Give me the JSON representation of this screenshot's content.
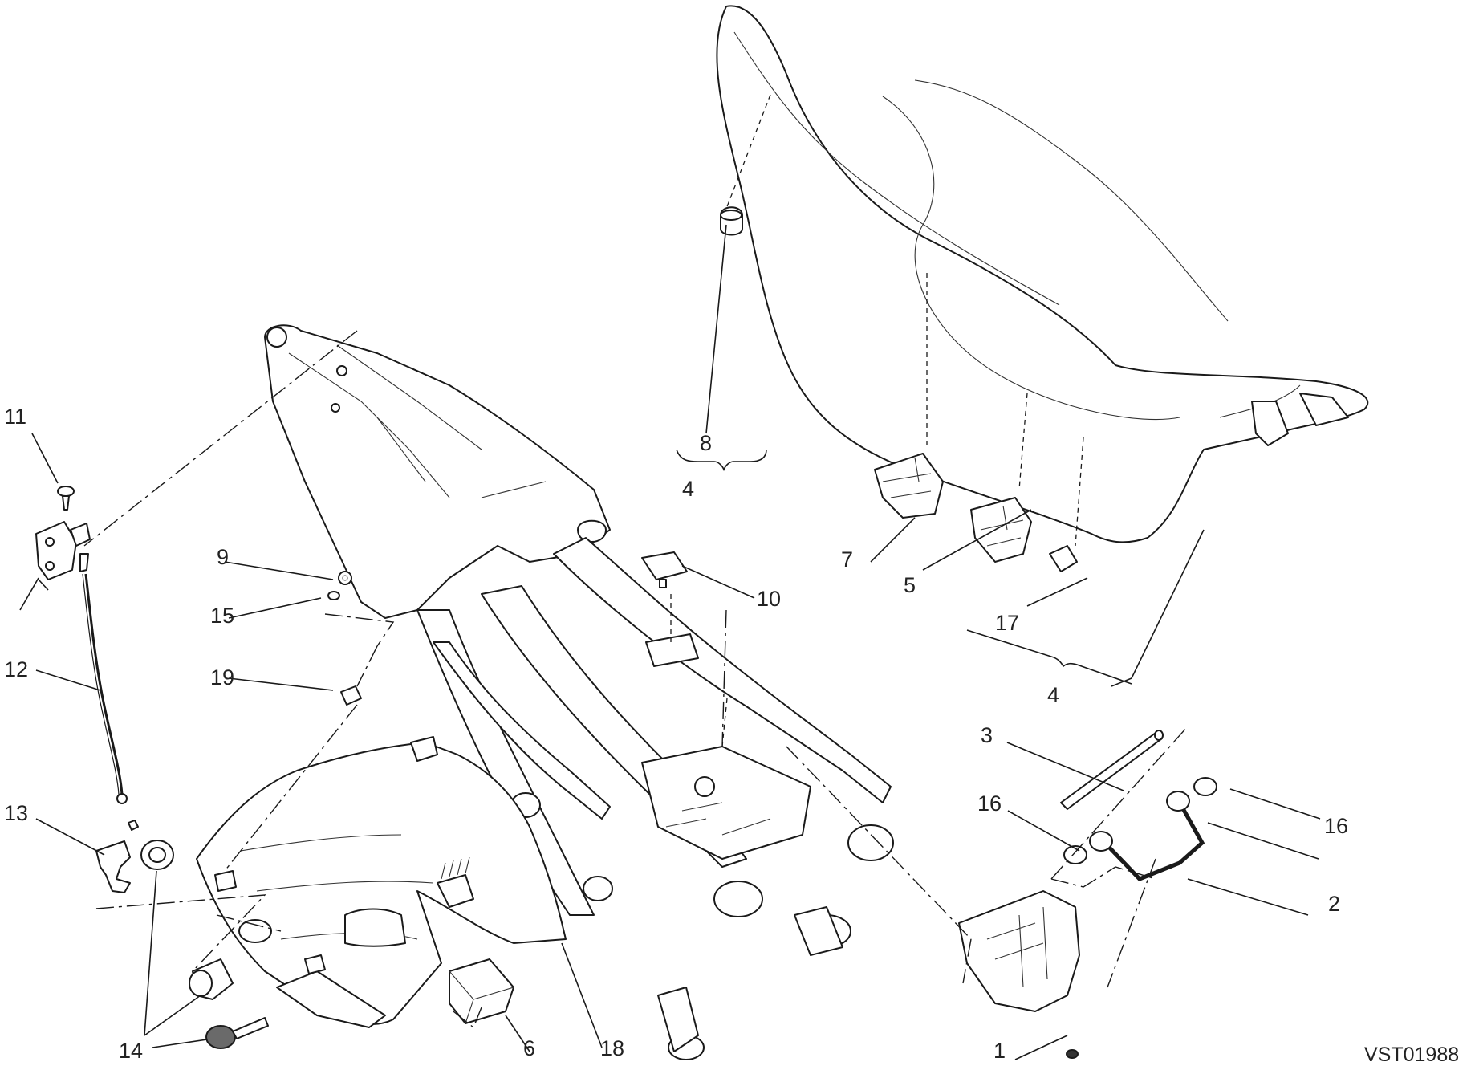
{
  "diagram": {
    "reference_code": "VST01988",
    "callouts": [
      {
        "id": "c1",
        "label": "1"
      },
      {
        "id": "c2",
        "label": "2"
      },
      {
        "id": "c3",
        "label": "3"
      },
      {
        "id": "c4a",
        "label": "4"
      },
      {
        "id": "c4b",
        "label": "4"
      },
      {
        "id": "c5",
        "label": "5"
      },
      {
        "id": "c6",
        "label": "6"
      },
      {
        "id": "c7",
        "label": "7"
      },
      {
        "id": "c8",
        "label": "8"
      },
      {
        "id": "c9",
        "label": "9"
      },
      {
        "id": "c10",
        "label": "10"
      },
      {
        "id": "c11",
        "label": "11"
      },
      {
        "id": "c12",
        "label": "12"
      },
      {
        "id": "c13",
        "label": "13"
      },
      {
        "id": "c14",
        "label": "14"
      },
      {
        "id": "c15",
        "label": "15"
      },
      {
        "id": "c16a",
        "label": "16"
      },
      {
        "id": "c16b",
        "label": "16"
      },
      {
        "id": "c17",
        "label": "17"
      },
      {
        "id": "c18",
        "label": "18"
      },
      {
        "id": "c19",
        "label": "19"
      }
    ]
  }
}
